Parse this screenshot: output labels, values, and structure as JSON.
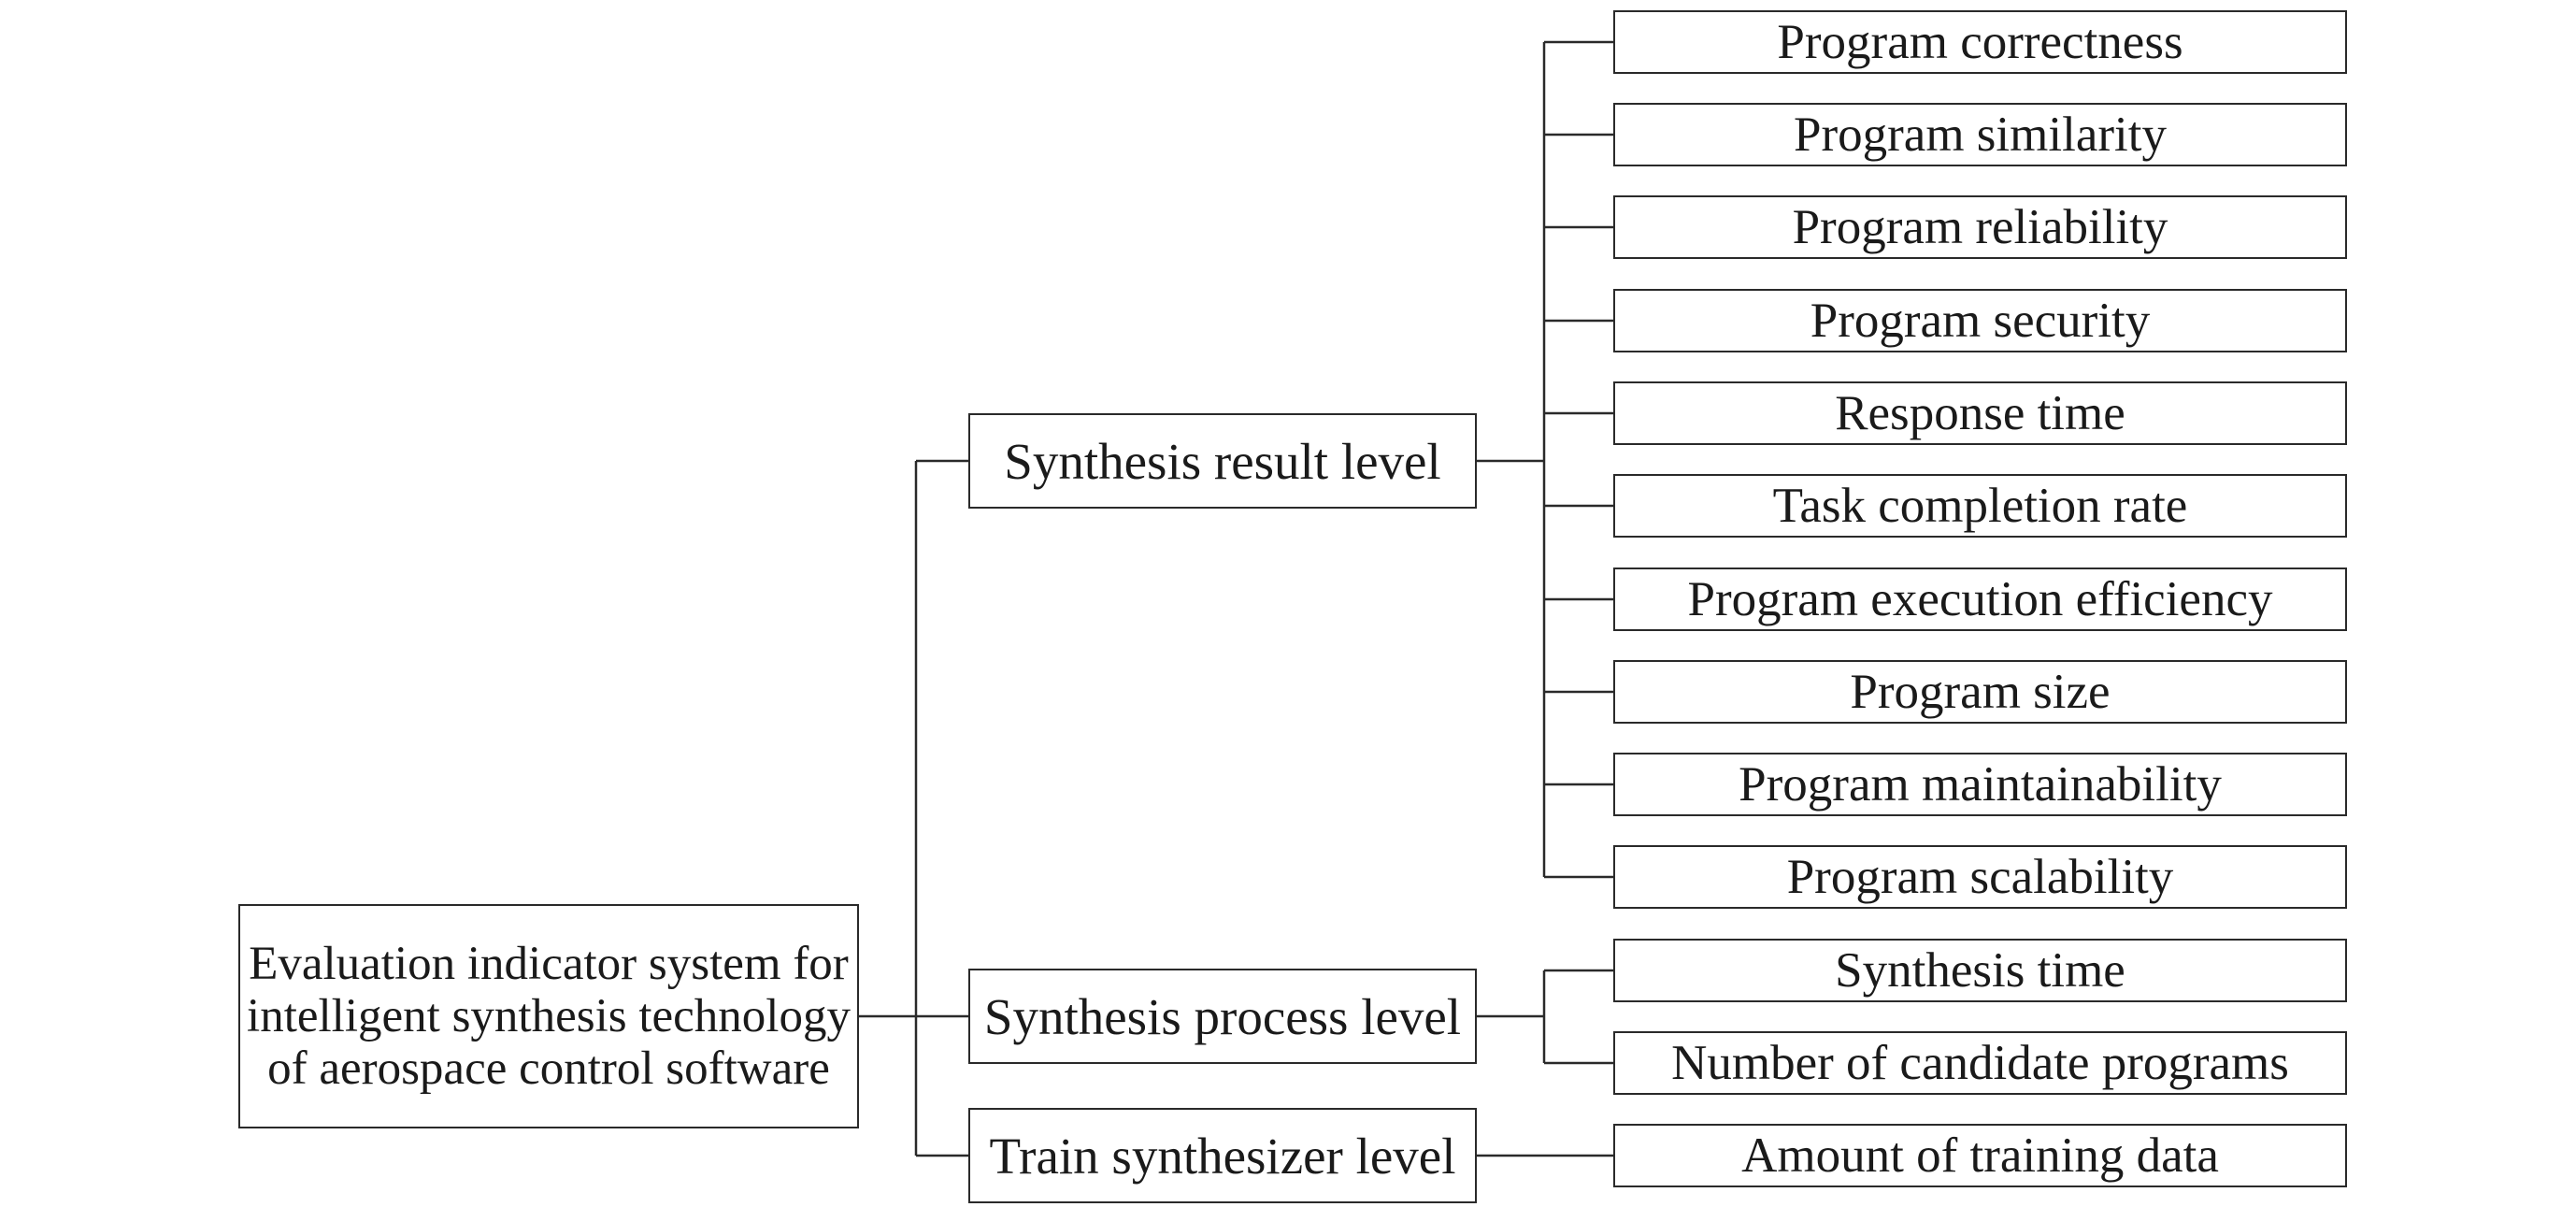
{
  "root": {
    "label": "Evaluation indicator system for intelligent synthesis technology of aerospace control software"
  },
  "levels": [
    {
      "label": "Synthesis result level",
      "indicators": [
        "Program correctness",
        "Program similarity",
        "Program reliability",
        "Program security",
        "Response time",
        "Task completion rate",
        "Program execution efficiency",
        "Program size",
        "Program maintainability",
        "Program scalability"
      ]
    },
    {
      "label": "Synthesis process level",
      "indicators": [
        "Synthesis time",
        "Number of candidate programs"
      ]
    },
    {
      "label": "Train synthesizer level",
      "indicators": [
        "Amount of training data"
      ]
    }
  ]
}
